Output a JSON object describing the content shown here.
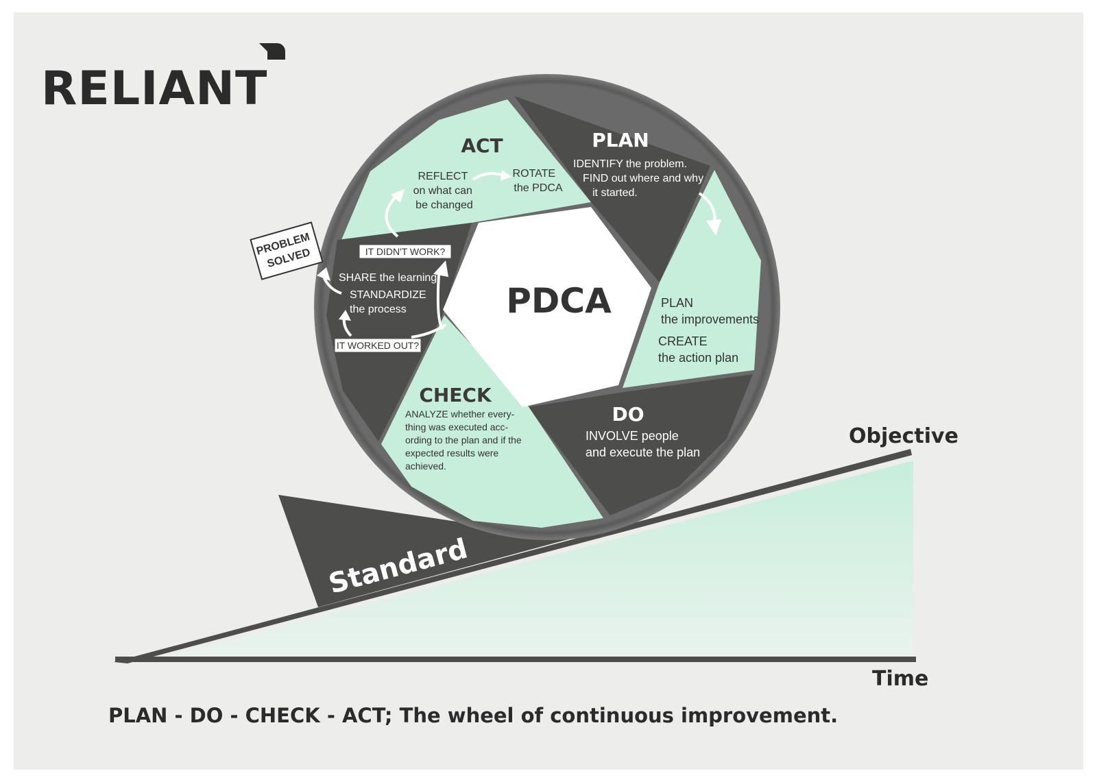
{
  "brand": {
    "logo_text": "RELIANT"
  },
  "colors": {
    "dark": "#4d4d4c",
    "mint": "#c7eedb",
    "ring": "#6a6a6a",
    "bg": "#ededec",
    "white": "#ffffff"
  },
  "wheel": {
    "center_label": "PDCA",
    "act": {
      "title": "ACT",
      "reflect": [
        "REFLECT",
        "on what can",
        "be changed"
      ],
      "rotate": [
        "ROTATE",
        "the PDCA"
      ]
    },
    "plan": {
      "title": "PLAN",
      "lines": [
        "IDENTIFY the problem.",
        "FIND out where and why",
        "it started."
      ]
    },
    "plan_detail": {
      "lines": [
        "PLAN",
        "the improvements",
        "CREATE",
        "the action plan"
      ]
    },
    "do": {
      "title": "DO",
      "lines": [
        "INVOLVE people",
        "and execute the plan"
      ]
    },
    "check": {
      "title": "CHECK",
      "lines": [
        "ANALYZE whether every-",
        "thing was executed acc-",
        "ording to the plan and if the",
        "expected results were",
        "achieved."
      ]
    },
    "act_decision": {
      "didnt_work": "IT DIDN'T WORK?",
      "worked_out": "IT WORKED OUT?",
      "share": "SHARE the learning",
      "standardize": [
        "STANDARDIZE",
        "the process"
      ]
    },
    "problem_solved": [
      "PROBLEM",
      "SOLVED"
    ]
  },
  "chart": {
    "objective_label": "Objective",
    "time_label": "Time",
    "standard_label": "Standard"
  },
  "caption": "PLAN - DO - CHECK - ACT; The wheel of continuous improvement."
}
